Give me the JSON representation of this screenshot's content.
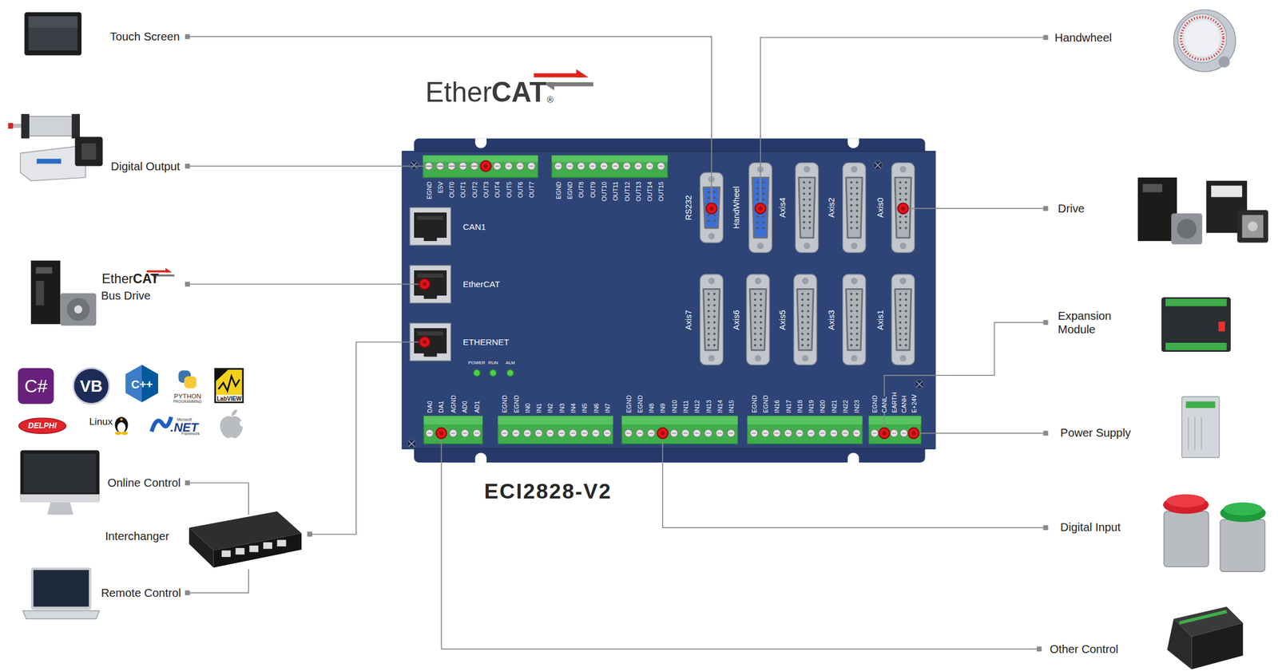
{
  "diagram": {
    "nodes": [
      {
        "text": [
          "ECI2828-V2"
        ]
      }
    ],
    "labels": [
      "Ether",
      "CAT",
      "®",
      "EGND",
      "E5V",
      "OUT0",
      "OUT1",
      "OUT2",
      "OUT3",
      "OUT4",
      "OUT5",
      "OUT6",
      "OUT7",
      "EGND",
      "EGND",
      "OUT8",
      "OUT9",
      "OUT10",
      "OUT11",
      "OUT12",
      "OUT13",
      "OUT14",
      "OUT15",
      "CAN1",
      "EtherCAT",
      "ETHERNET",
      "POWER",
      "RUN",
      "ALM",
      "RS232",
      "HandWheel",
      "Axis4",
      "Axis2",
      "Axis0",
      "Axis7",
      "Axis6",
      "Axis5",
      "Axis3",
      "Axis1",
      "DA0",
      "DA1",
      "AGND",
      "AD0",
      "AD1",
      "EGND",
      "EGND",
      "IN0",
      "IN1",
      "IN2",
      "IN3",
      "IN4",
      "IN5",
      "IN6",
      "IN7",
      "EGND",
      "EGND",
      "IN8",
      "IN9",
      "IN10",
      "IN11",
      "IN12",
      "IN13",
      "IN14",
      "IN15",
      "EGND",
      "EGND",
      "IN16",
      "IN17",
      "IN18",
      "IN19",
      "IN20",
      "IN21",
      "IN22",
      "IN23",
      "EGND",
      "CANL",
      "EARTH",
      "CANH",
      "E+24V",
      "Touch Screen",
      "Digital Output",
      "Ether",
      "CAT",
      "Bus Drive",
      "C#",
      "VB",
      "C++",
      "PYTHON",
      "PROGRAMMING",
      "LabVIEW",
      "DELPHI",
      "Linux",
      "Microsoft",
      ".NET",
      "Framework",
      "Online Control",
      "Interchanger",
      "Remote Control",
      "Handwheel",
      "Drive",
      "Expansion Module",
      "Power Supply",
      "Digital Input",
      "Other Control"
    ]
  }
}
